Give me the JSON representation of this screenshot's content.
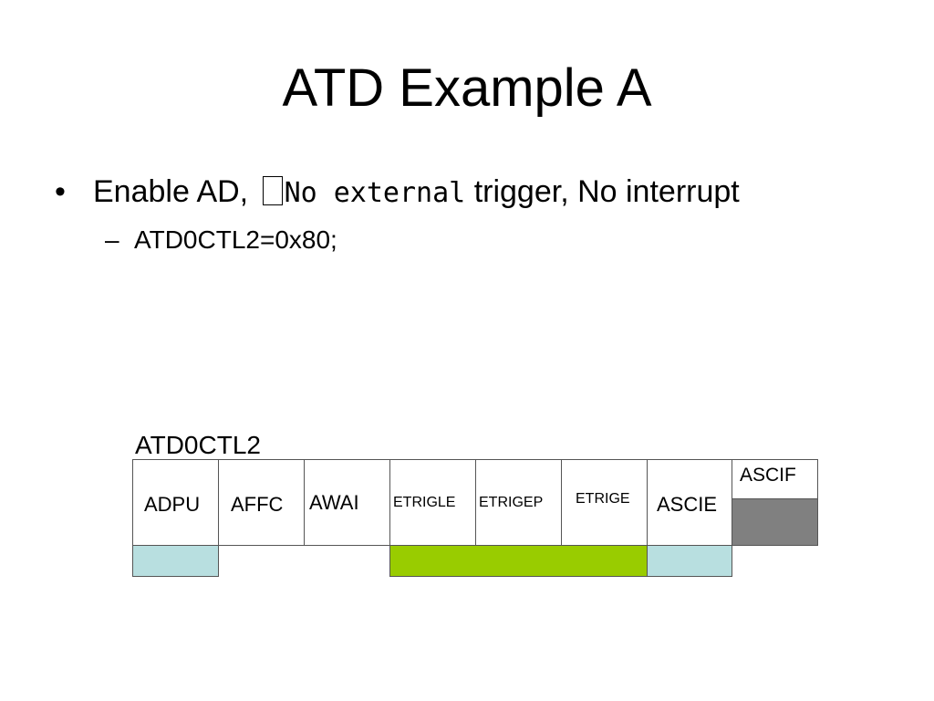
{
  "slide": {
    "title": "ATD Example A",
    "bullet1": {
      "marker": "•",
      "prefix": "Enable AD, ",
      "mono": "No external",
      "suffix": " trigger, No interrupt"
    },
    "bullet2": {
      "marker": "–",
      "text": "ATD0CTL2=0x80;"
    }
  },
  "register": {
    "name": "ATD0CTL2",
    "bits": [
      "ADPU",
      "AFFC",
      "AWAI",
      "ETRIGLE",
      "ETRIGEP",
      "ETRIGE",
      "ASCIE",
      "ASCIF"
    ],
    "colors": {
      "light_blue": "#b8dfe0",
      "green": "#99cc00",
      "gray": "#808080"
    }
  }
}
